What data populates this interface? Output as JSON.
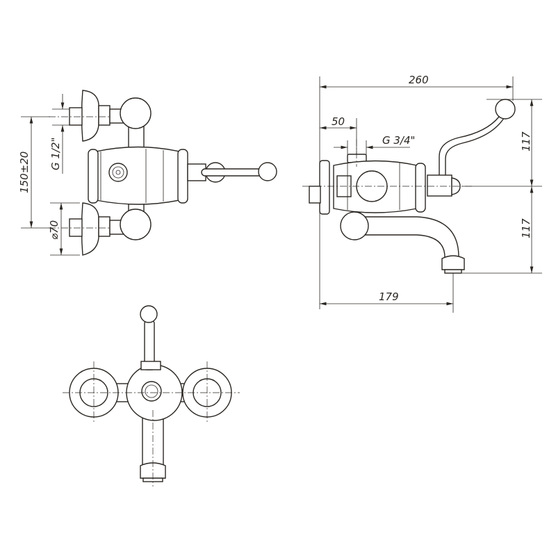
{
  "dimensions": {
    "overall_length": "260",
    "inlet_offset": "50",
    "outlet_thread": "G 3/4\"",
    "handle_height": "117",
    "spout_drop": "117",
    "spout_reach": "179",
    "centre_distance": "150±20",
    "inlet_thread": "G 1/2\"",
    "flange_diameter": "⌀70"
  },
  "colors": {
    "line": "#2a2622",
    "background": "#ffffff"
  }
}
